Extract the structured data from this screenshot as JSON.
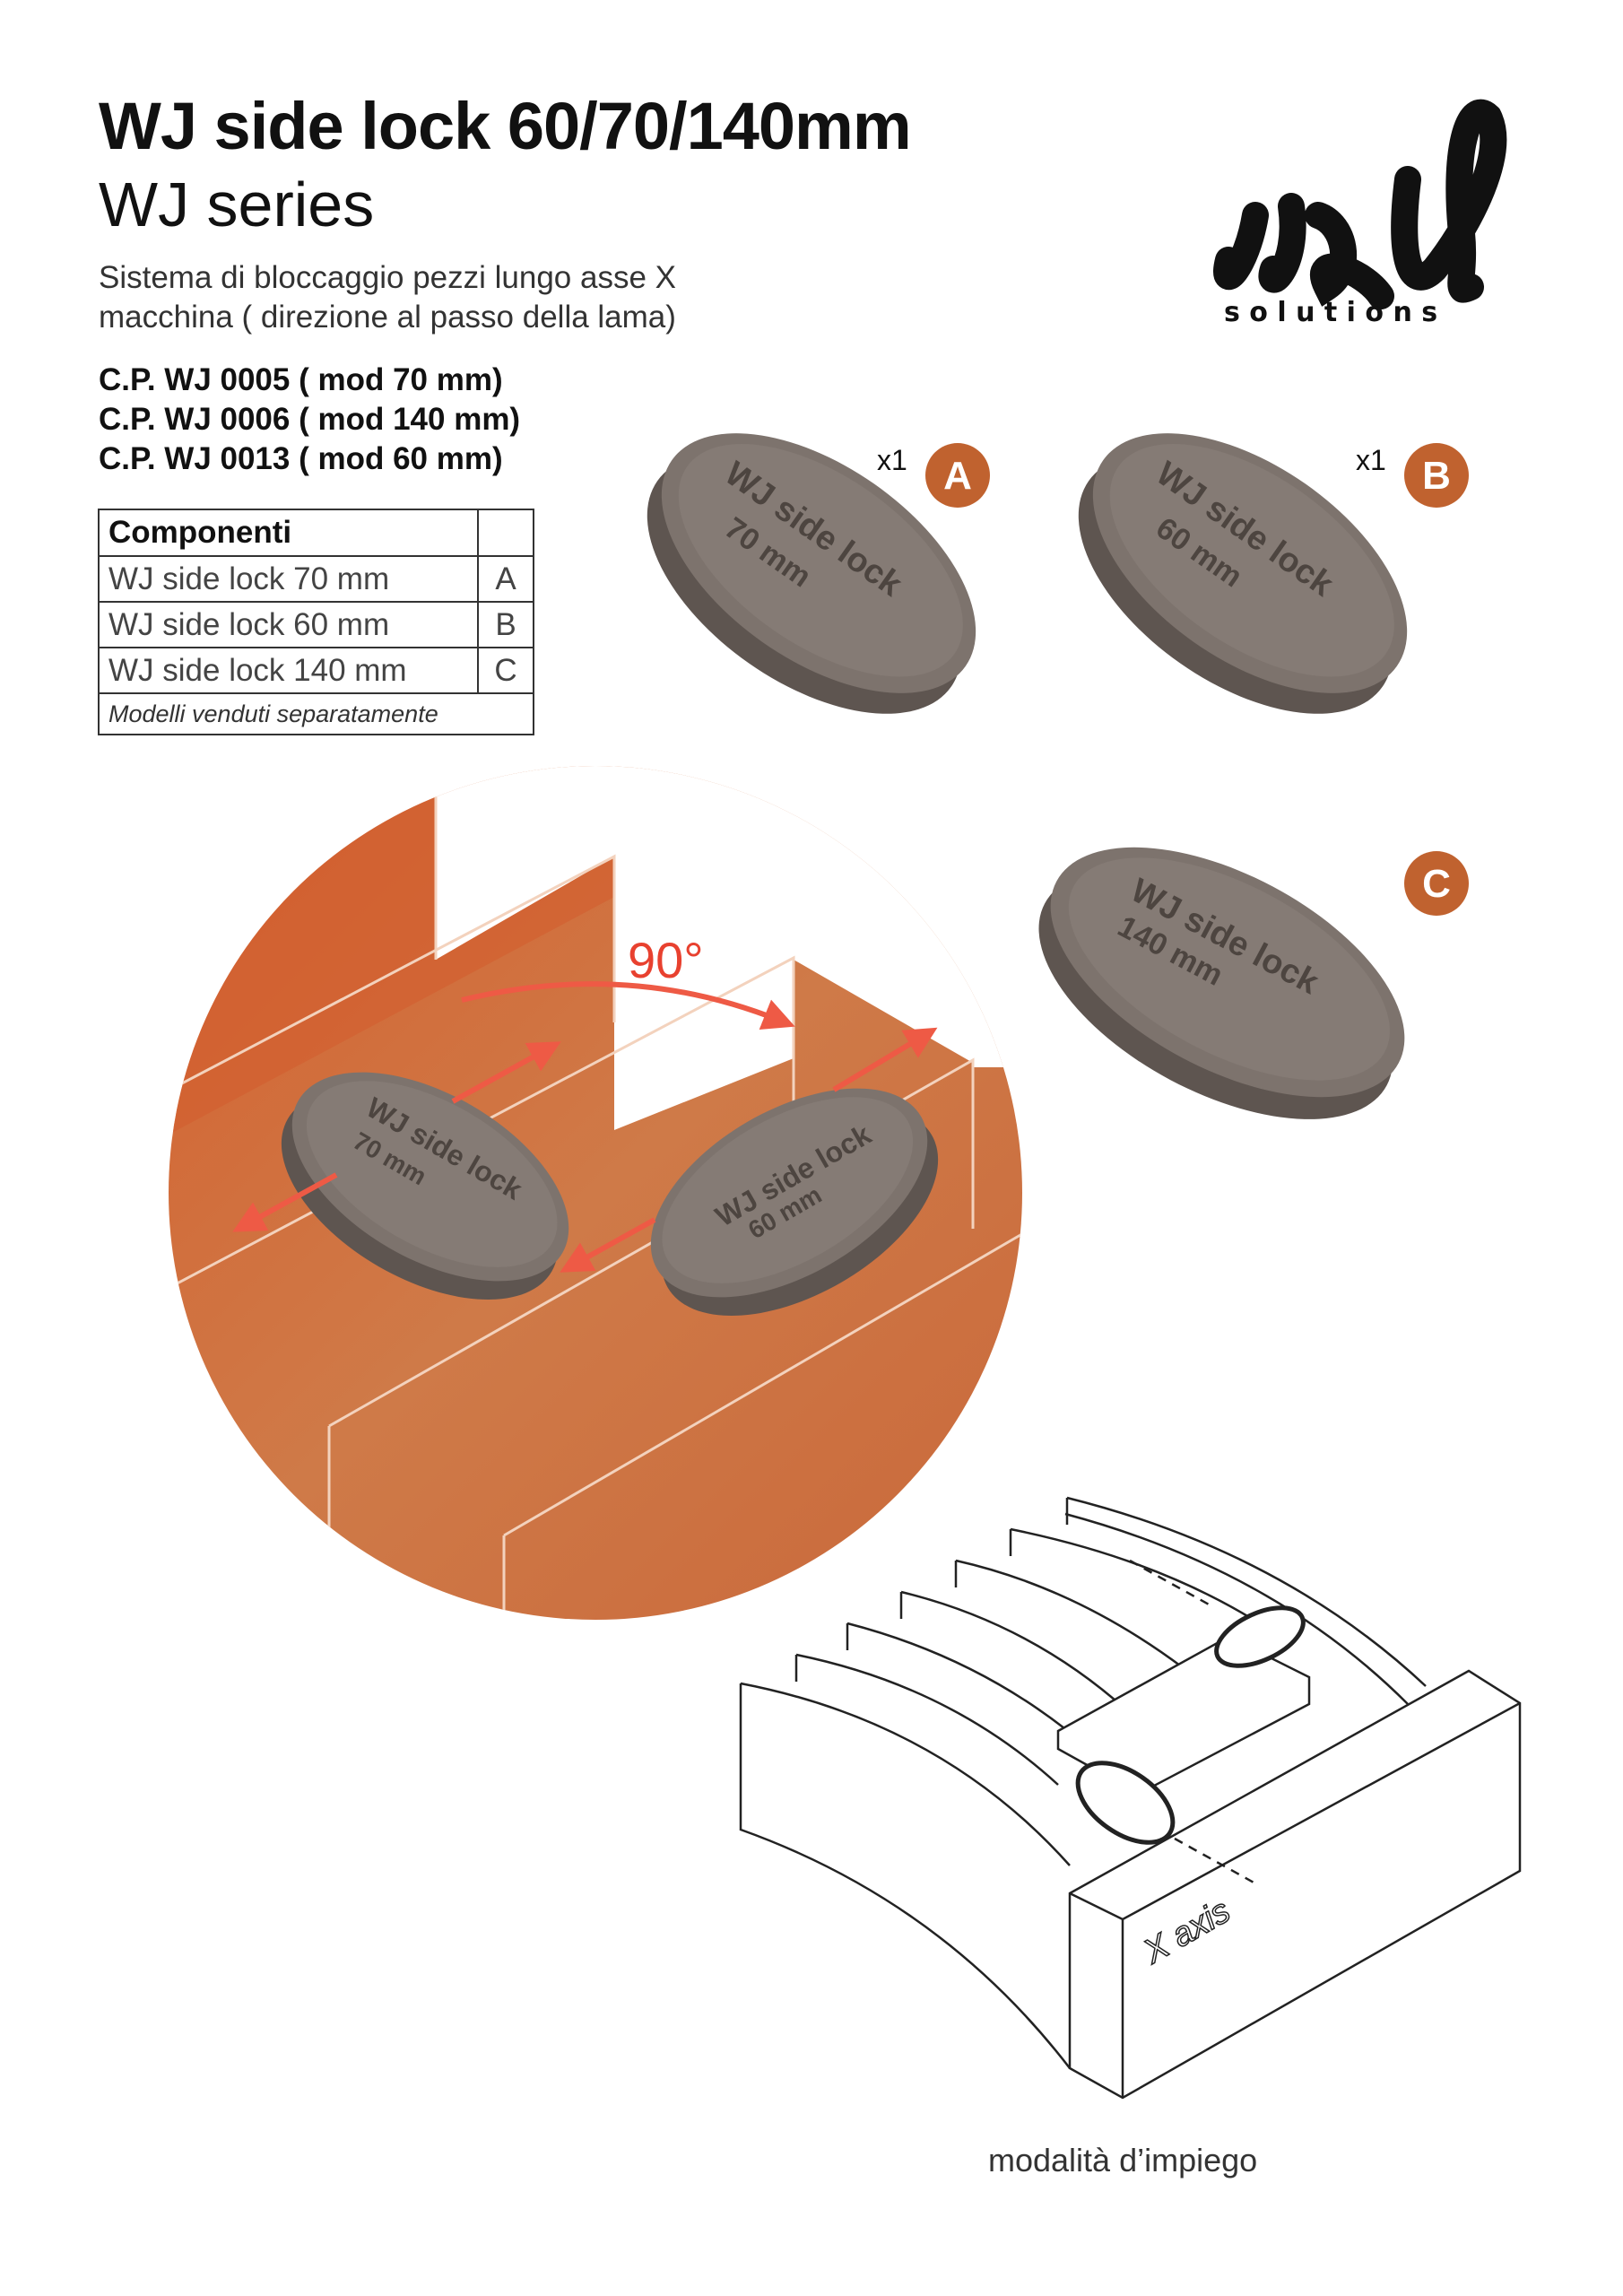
{
  "header": {
    "title": "WJ side lock 60/70/140mm",
    "subtitle": "WJ series",
    "description_lines": [
      "Sistema di bloccaggio pezzi lungo asse X",
      "macchina ( direzione al passo della lama)"
    ],
    "codes": [
      "C.P. WJ 0005 ( mod 70 mm)",
      "C.P. WJ 0006 ( mod 140 mm)",
      "C.P. WJ 0013 ( mod 60 mm)"
    ]
  },
  "logo": {
    "mark": "JRul",
    "tagline": "s o l u t i o n s"
  },
  "components_table": {
    "header": "Componenti",
    "rows": [
      {
        "name": "WJ side lock 70 mm",
        "letter": "A"
      },
      {
        "name": "WJ side lock 60 mm",
        "letter": "B"
      },
      {
        "name": "WJ side lock 140 mm",
        "letter": "C"
      }
    ],
    "footnote": "Modelli venduti separatamente"
  },
  "parts": [
    {
      "letter": "A",
      "qty": "x1",
      "engraving": "WJ side lock",
      "size": "70 mm"
    },
    {
      "letter": "B",
      "qty": "x1",
      "engraving": "WJ side lock",
      "size": "60 mm"
    },
    {
      "letter": "C",
      "qty": "",
      "engraving": "WJ side lock",
      "size": "140 mm"
    }
  ],
  "detail": {
    "rotation_label": "90°",
    "piece1_size": "70 mm",
    "piece2_size": "60 mm",
    "engraving": "WJ side lock"
  },
  "usage": {
    "axis_label": "X axis",
    "caption": "modalità d’impiego"
  },
  "colors": {
    "badge": "#c0622f",
    "arrow": "#ee5a45",
    "piece": "#7b716b",
    "wood": "#d07543"
  }
}
